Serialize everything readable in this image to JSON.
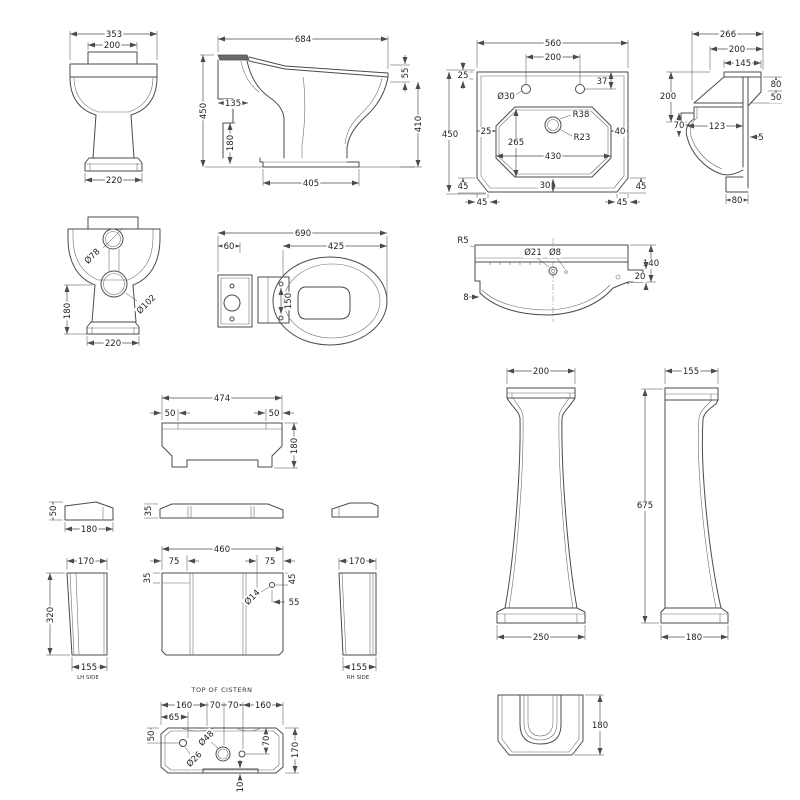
{
  "page": {
    "background": "#ffffff",
    "line_color": "#4b4b4b",
    "text_color": "#222222"
  },
  "views": {
    "pan_front": {
      "dims": {
        "overall_width": "353",
        "flush_plate_width": "200",
        "base_width": "220"
      }
    },
    "pan_side": {
      "dims": {
        "overall_depth": "684",
        "overall_height": "450",
        "rim_thickness": "55",
        "bowl_height": "410",
        "inlet_offset": "135",
        "trap_height": "180",
        "base_depth": "405"
      }
    },
    "basin_plan": {
      "dims": {
        "overall_width": "560",
        "tap_hole_centres": "200",
        "back_ledge": "25",
        "tap_hole_inset": "37",
        "tap_hole_dia": "Ø30",
        "overall_depth": "450",
        "left_ledge": "25",
        "bowl_depth": "265",
        "bowl_width": "430",
        "right_ledge": "40",
        "waste_inset": "30",
        "corner_left_v": "45",
        "corner_left_h": "45",
        "corner_right_v": "45",
        "corner_right_h": "45",
        "bowl_radius": "R38",
        "waste_radius": "R23"
      }
    },
    "basin_side": {
      "dims": {
        "overall_depth": "266",
        "wall_depth": "200",
        "bracket_width": "145",
        "upstand_height": "80",
        "rim_drop": "50",
        "front_height": "200",
        "skirt_height": "70",
        "bracket_inset": "123",
        "thickness": "5",
        "outlet_width": "80"
      }
    },
    "pan_rear": {
      "dims": {
        "inlet_dia": "Ø78",
        "outlet_dia": "Ø102",
        "outlet_height": "180",
        "base_width": "220"
      }
    },
    "pan_plan": {
      "dims": {
        "overall_depth": "690",
        "tank_depth": "60",
        "seat_depth": "425",
        "hinge_centres": "150"
      }
    },
    "basin_front": {
      "dims": {
        "corner_radius": "R5",
        "chain_hole_dia": "Ø21",
        "overflow_dia": "Ø8",
        "apron_height": "140",
        "bracket_height": "20",
        "edge_step": "8"
      }
    },
    "cistern_base": {
      "dims": {
        "overall_width": "474",
        "wall_left": "50",
        "wall_right": "50",
        "height": "180"
      }
    },
    "lid_side": {
      "dims": {
        "height": "50",
        "depth": "180"
      }
    },
    "lid_front": {
      "dims": {
        "height": "35"
      }
    },
    "cistern_lh": {
      "label": "LH SIDE",
      "dims": {
        "top_width": "170",
        "height": "320",
        "bottom_width": "155"
      }
    },
    "cistern_front": {
      "dims": {
        "overall_width": "460",
        "left_offset": "75",
        "right_offset": "75",
        "lip_height": "35",
        "hole_drop": "45",
        "hole_dia": "Ø14",
        "hole_inset": "55"
      }
    },
    "cistern_rh": {
      "label": "RH SIDE",
      "dims": {
        "top_width": "170",
        "bottom_width": "155"
      }
    },
    "cistern_top": {
      "title": "TOP OF CISTERN",
      "dims": {
        "span_left": "160",
        "centre_left": "70",
        "centre_right": "70",
        "span_right": "160",
        "lever_offset": "65",
        "lever_drop": "50",
        "inlet_dia": "Ø48",
        "lever_dia": "Ø26",
        "hole_drop": "70",
        "depth": "170",
        "recess": "10"
      }
    },
    "pedestal_front": {
      "dims": {
        "top_width": "200",
        "base_width": "250"
      }
    },
    "pedestal_side": {
      "dims": {
        "top_depth": "155",
        "height": "675",
        "base_depth": "180"
      }
    },
    "pedestal_plan": {
      "dims": {
        "depth": "180"
      }
    }
  }
}
